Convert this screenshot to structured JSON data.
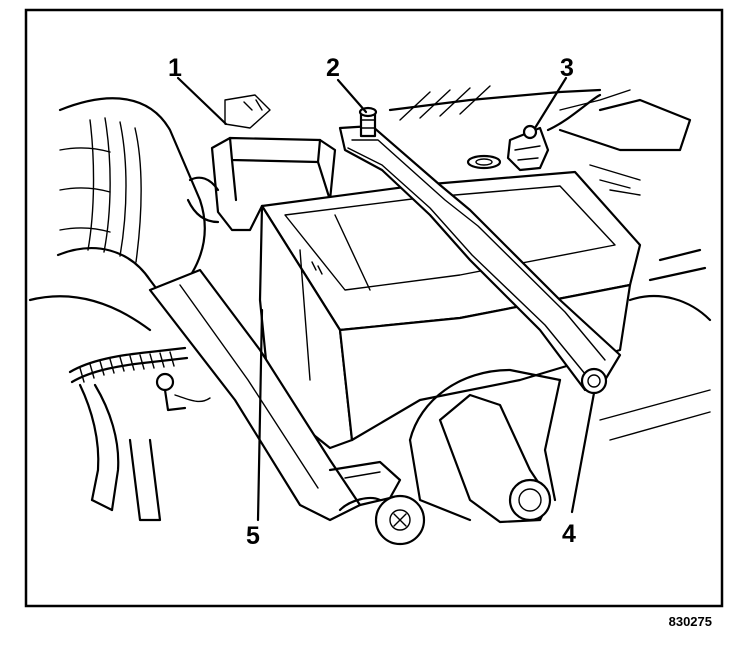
{
  "callouts": {
    "c1": "1",
    "c2": "2",
    "c3": "3",
    "c4": "4",
    "c5": "5"
  },
  "figure_id": "830275",
  "colors": {
    "ink": "#000000",
    "paper": "#ffffff"
  }
}
